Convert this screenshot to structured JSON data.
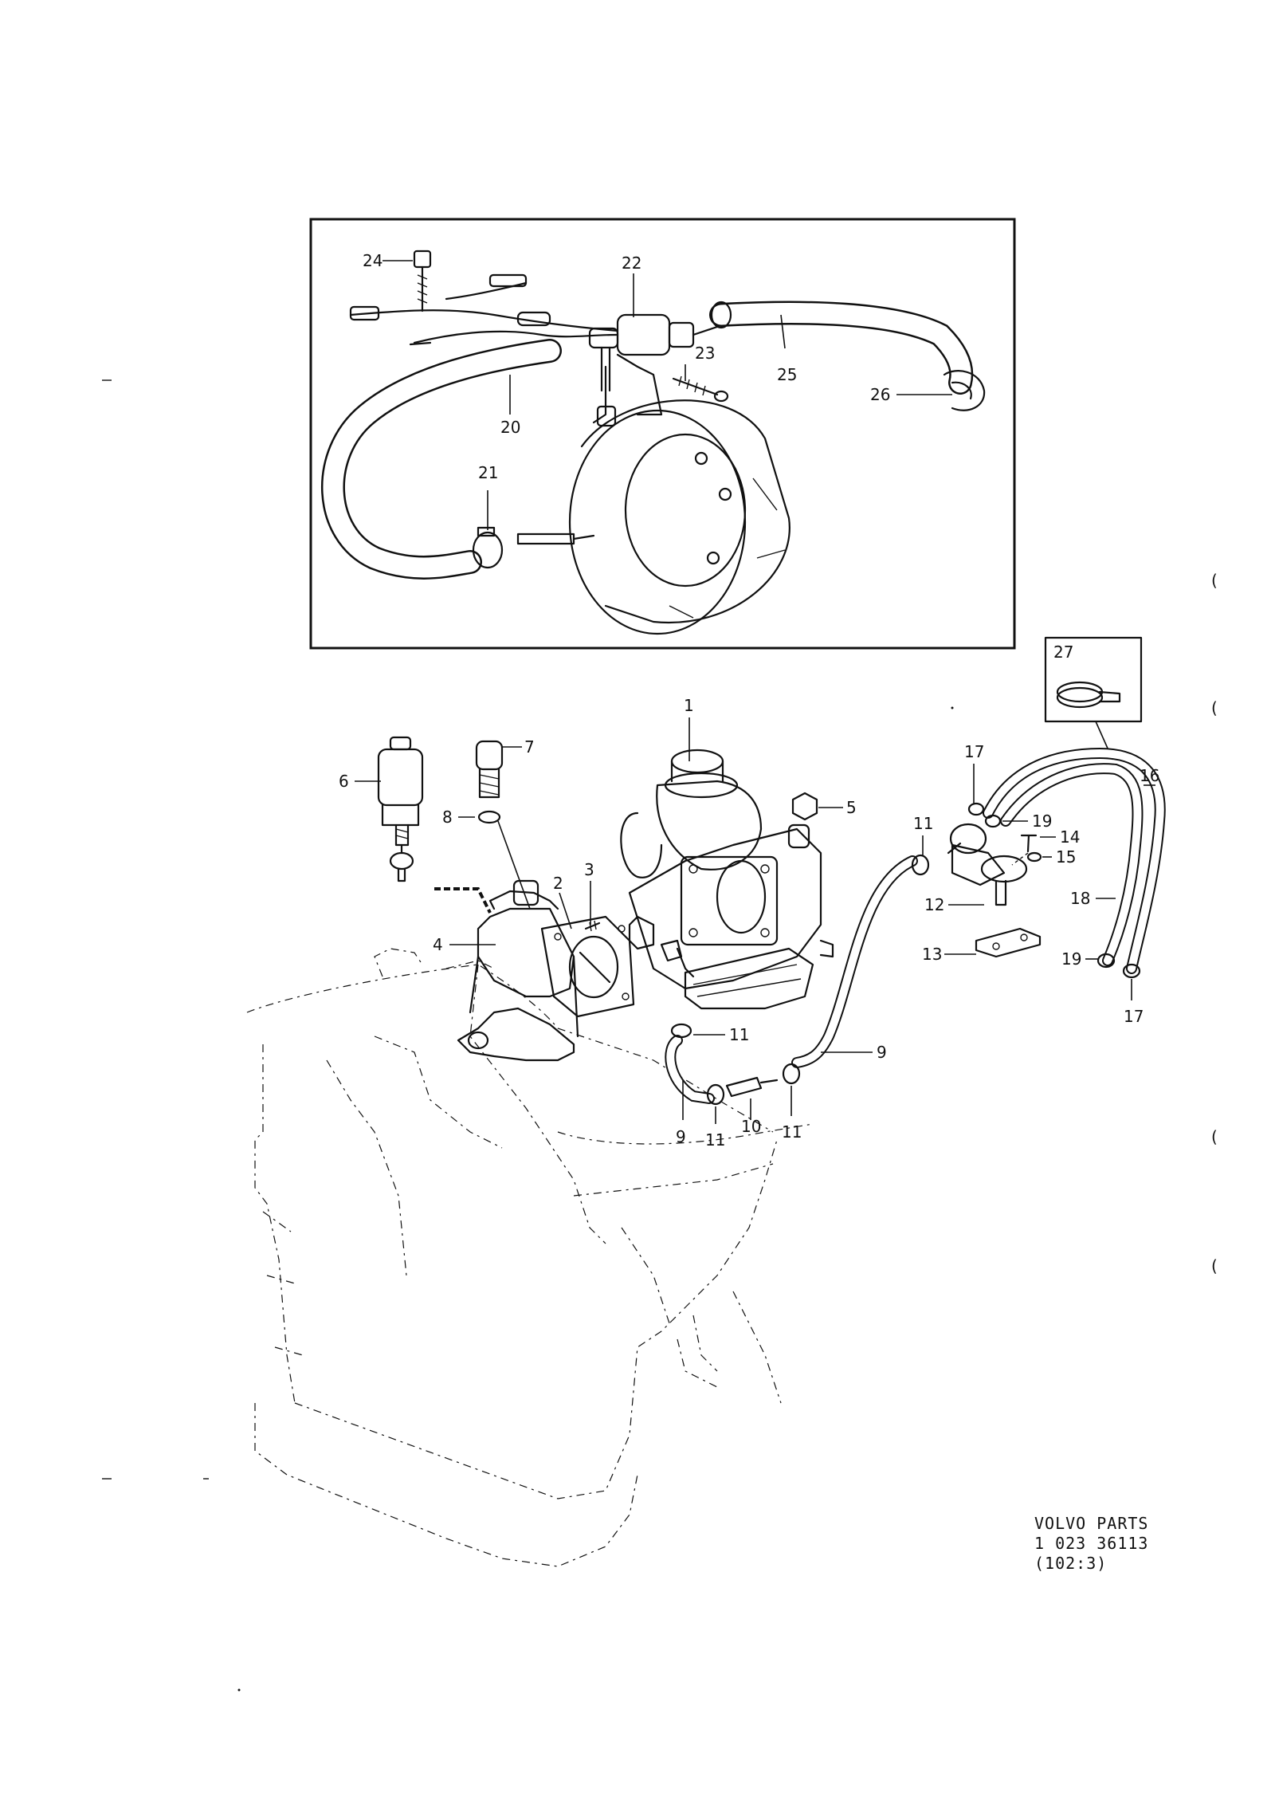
{
  "callouts": {
    "c1": "1",
    "c2": "2",
    "c3": "3",
    "c4": "4",
    "c5": "5",
    "c6": "6",
    "c7": "7",
    "c8": "8",
    "c9a": "9",
    "c9b": "9",
    "c10": "10",
    "c11a": "11",
    "c11b": "11",
    "c11c": "11",
    "c11d": "11",
    "c12": "12",
    "c13": "13",
    "c14": "14",
    "c15": "15",
    "c16": "16",
    "c17a": "17",
    "c17b": "17",
    "c18": "18",
    "c19a": "19",
    "c19b": "19",
    "c20": "20",
    "c21": "21",
    "c22": "22",
    "c23": "23",
    "c24": "24",
    "c25": "25",
    "c26": "26",
    "c27": "27"
  },
  "reference": {
    "line1": "VOLVO PARTS",
    "line2": "1  023  36113",
    "line3": "(102:3)"
  },
  "margin_marks": {
    "m1": "(",
    "m2": "(",
    "m3": "(",
    "m4": "("
  }
}
